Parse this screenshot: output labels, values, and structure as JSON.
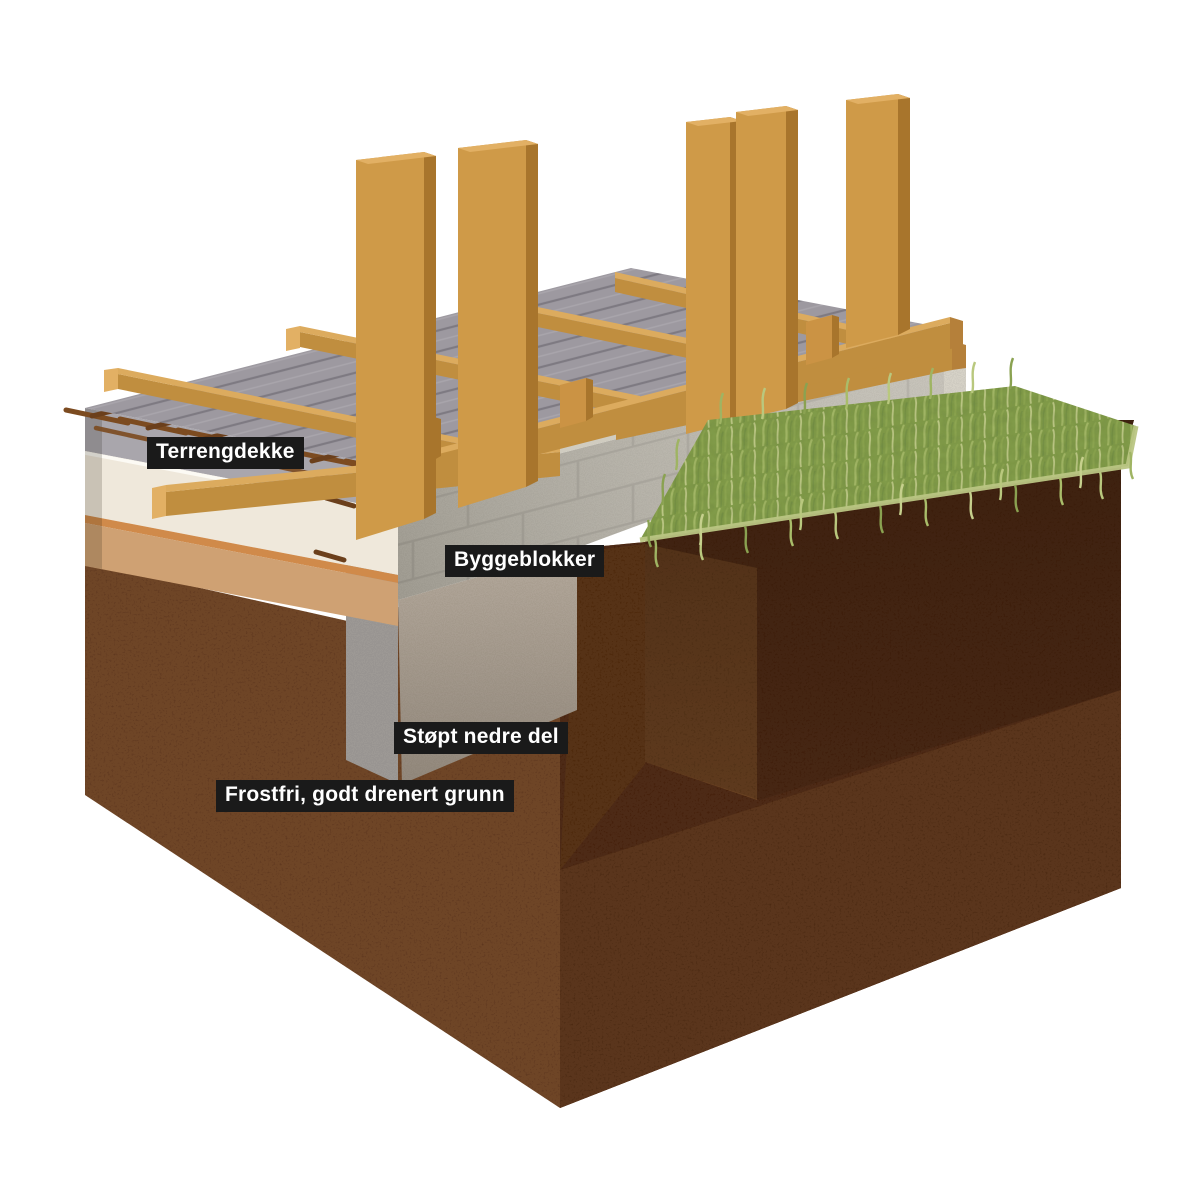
{
  "scene": {
    "description": "3D cutaway illustration of a slab-on-grade foundation: reinforced ground slab, concrete block wall on a cast footing, timber floor framing with wall studs, turf over frost-free well-drained ground",
    "background": "#ffffff"
  },
  "labels": {
    "terrengdekke": "Terrengdekke",
    "byggeblokker": "Byggeblokker",
    "stopt_nedre_del": "Støpt nedre del",
    "frostfri": "Frostfri, godt drenert grunn"
  },
  "label_style": {
    "background": "#1a1a1a",
    "text_color": "#ffffff"
  },
  "colors": {
    "wood_face": "#cb9344",
    "wood_side": "#a8752c",
    "wood_top": "#e2b064",
    "deck_concrete": "#9d99a0",
    "slab_edge": "#a9a6ac",
    "insulation": "#efe8db",
    "separation_strip": "#d08a4a",
    "sand_layer": "#cfa173",
    "soil_light": "#6e4526",
    "soil_dark": "#4e2c14",
    "block_wall": "#bcb8ad",
    "mortar": "#a6a298",
    "cast_concrete": "#b2a79a",
    "sill_plate": "#57381b",
    "rebar": "#7c4b20",
    "grass": "#8da653",
    "grass_light": "#c6d08d"
  }
}
